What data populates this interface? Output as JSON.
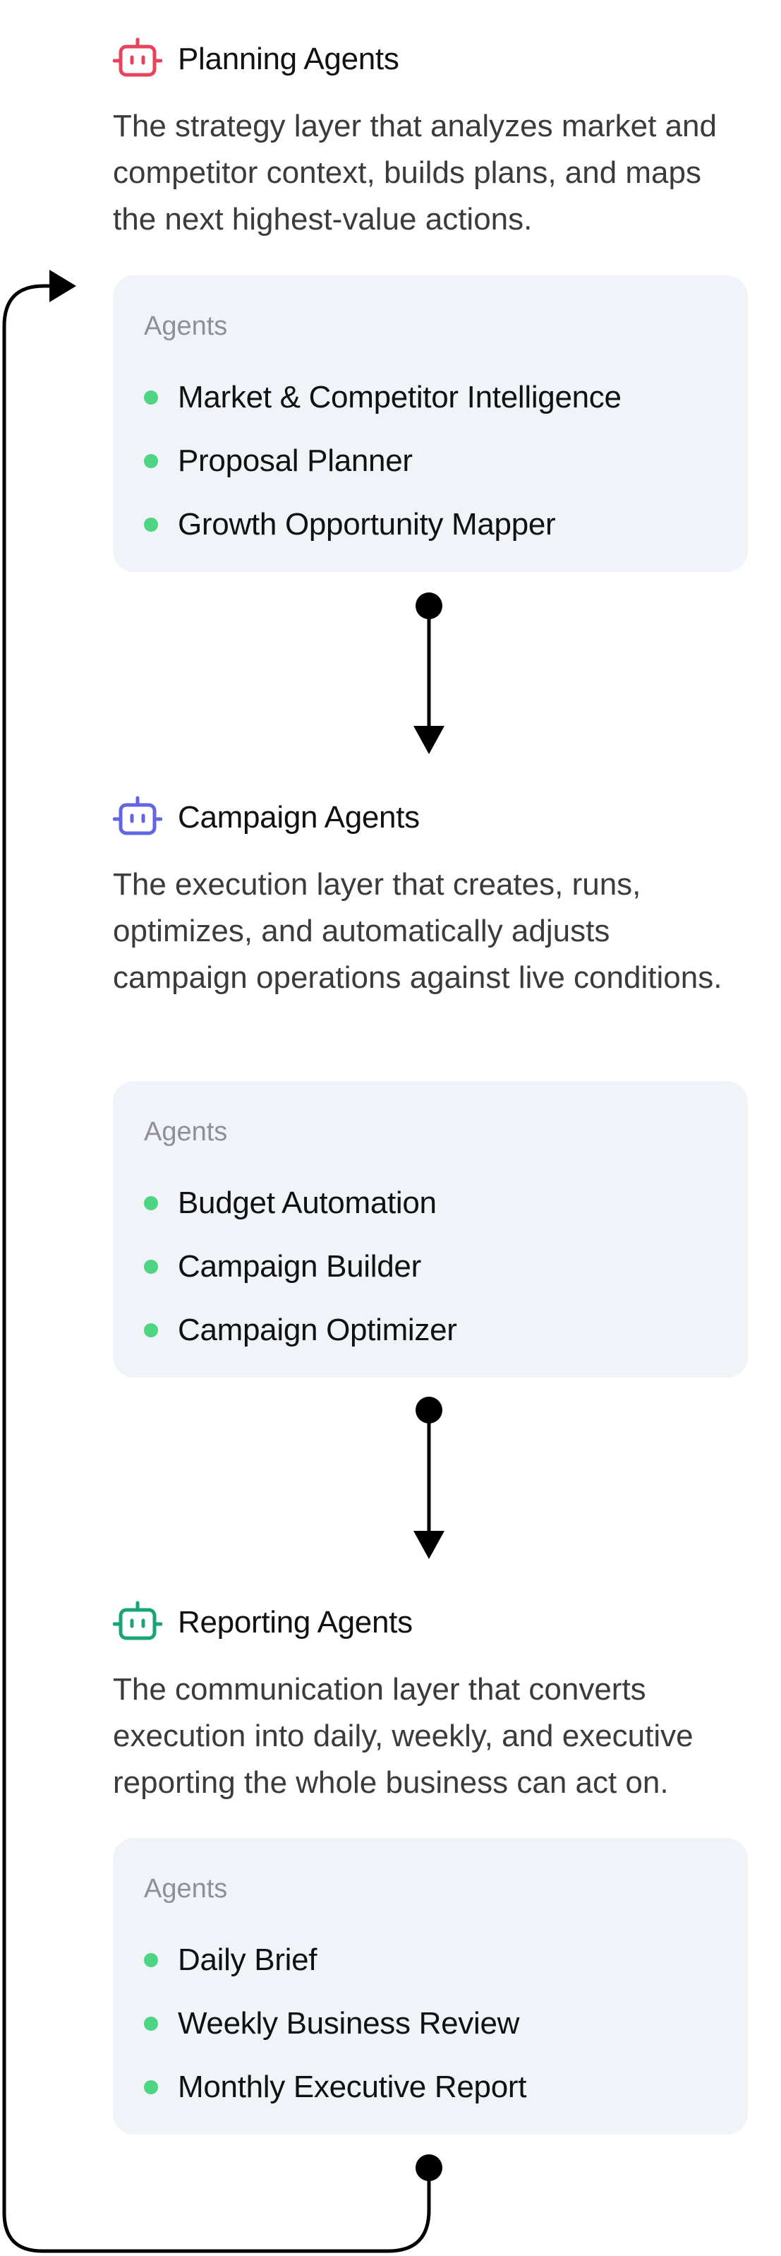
{
  "colors": {
    "planning_icon": "#e8435d",
    "campaign_icon": "#6366e0",
    "reporting_icon": "#17a673",
    "bullet": "#4dd584",
    "card_bg": "#f0f3f8",
    "connector": "#000000"
  },
  "sections": [
    {
      "icon": "robot-icon",
      "title": "Planning Agents",
      "description": "The strategy layer that analyzes market and competitor context, builds plans, and maps the next highest-value actions.",
      "card_label": "Agents",
      "agents": [
        "Market & Competitor Intelligence",
        "Proposal Planner",
        "Growth Opportunity Mapper"
      ]
    },
    {
      "icon": "robot-icon",
      "title": "Campaign Agents",
      "description": "The execution layer that creates, runs, optimizes, and automatically adjusts campaign operations against live conditions.",
      "card_label": "Agents",
      "agents": [
        "Budget Automation",
        "Campaign Builder",
        "Campaign Optimizer"
      ]
    },
    {
      "icon": "robot-icon",
      "title": "Reporting Agents",
      "description": "The communication layer that converts execution into daily, weekly, and executive reporting the whole business can act on.",
      "card_label": "Agents",
      "agents": [
        "Daily Brief",
        "Weekly Business Review",
        "Monthly Executive Report"
      ]
    }
  ]
}
